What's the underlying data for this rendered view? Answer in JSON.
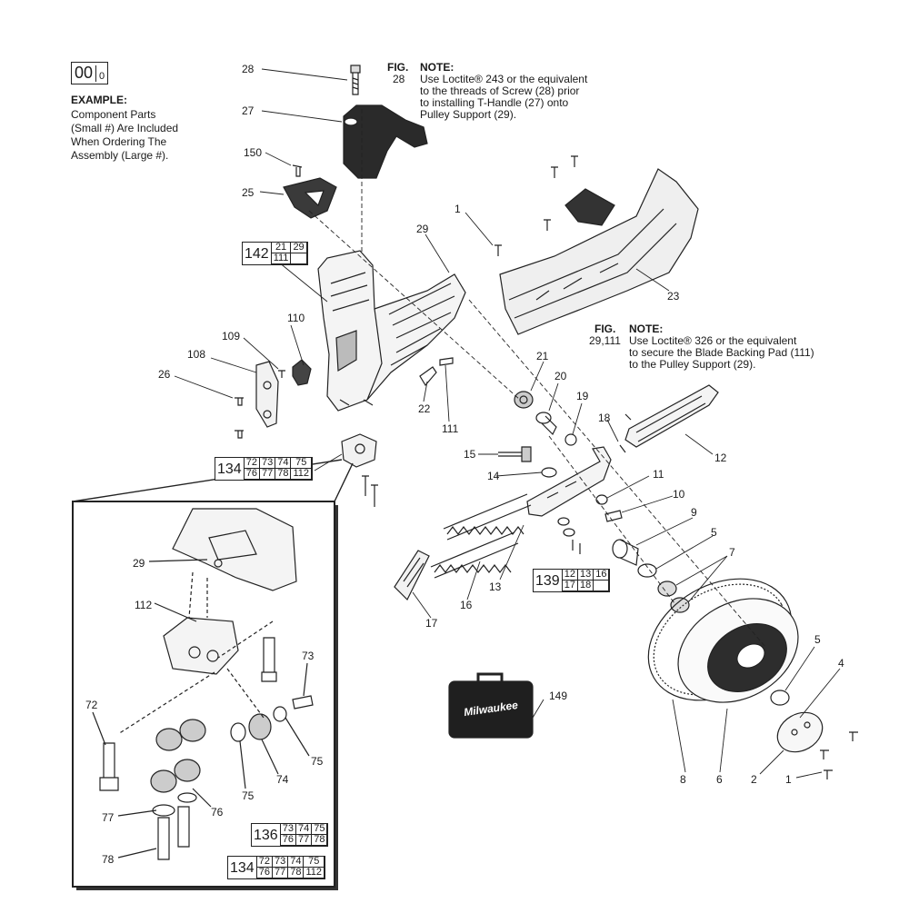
{
  "example": {
    "box_main": "00",
    "box_sub": "0",
    "heading": "EXAMPLE:",
    "lines": [
      "Component Parts",
      "(Small #) Are Included",
      "When Ordering The",
      "Assembly (Large #)."
    ]
  },
  "notes": [
    {
      "fig_label": "FIG.",
      "fig_ref": "28",
      "note_label": "NOTE:",
      "lines": [
        "Use Loctite® 243 or the equivalent",
        "to the threads of Screw (28) prior",
        "to installing T-Handle (27) onto",
        "Pulley Support (29)."
      ]
    },
    {
      "fig_label": "FIG.",
      "fig_ref": "29,111",
      "note_label": "NOTE:",
      "lines": [
        "Use Loctite® 326 or the equivalent",
        "to secure the Blade Backing Pad (111)",
        "to the Pulley Support (29)."
      ]
    }
  ],
  "callouts": [
    "28",
    "27",
    "150",
    "25",
    "29",
    "1",
    "23",
    "110",
    "109",
    "108",
    "26",
    "21",
    "20",
    "19",
    "22",
    "111",
    "18",
    "12",
    "15",
    "14",
    "11",
    "10",
    "9",
    "5",
    "7",
    "13",
    "16",
    "17",
    "149",
    "5",
    "4",
    "8",
    "6",
    "2",
    "1",
    "29",
    "112",
    "73",
    "72",
    "75",
    "74",
    "75",
    "76",
    "77",
    "78"
  ],
  "kits": [
    {
      "main": "142",
      "rows": [
        [
          "21",
          "29"
        ],
        [
          "111",
          ""
        ]
      ]
    },
    {
      "main": "134",
      "rows": [
        [
          "72",
          "73",
          "74",
          "75"
        ],
        [
          "76",
          "77",
          "78",
          "112"
        ]
      ]
    },
    {
      "main": "139",
      "rows": [
        [
          "12",
          "13",
          "16"
        ],
        [
          "17",
          "18",
          ""
        ]
      ]
    },
    {
      "main": "136",
      "rows": [
        [
          "73",
          "74",
          "75"
        ],
        [
          "76",
          "77",
          "78"
        ]
      ]
    },
    {
      "main": "134",
      "rows": [
        [
          "72",
          "73",
          "74",
          "75"
        ],
        [
          "76",
          "77",
          "78",
          "112"
        ]
      ]
    }
  ],
  "case_logo": "Milwaukee"
}
